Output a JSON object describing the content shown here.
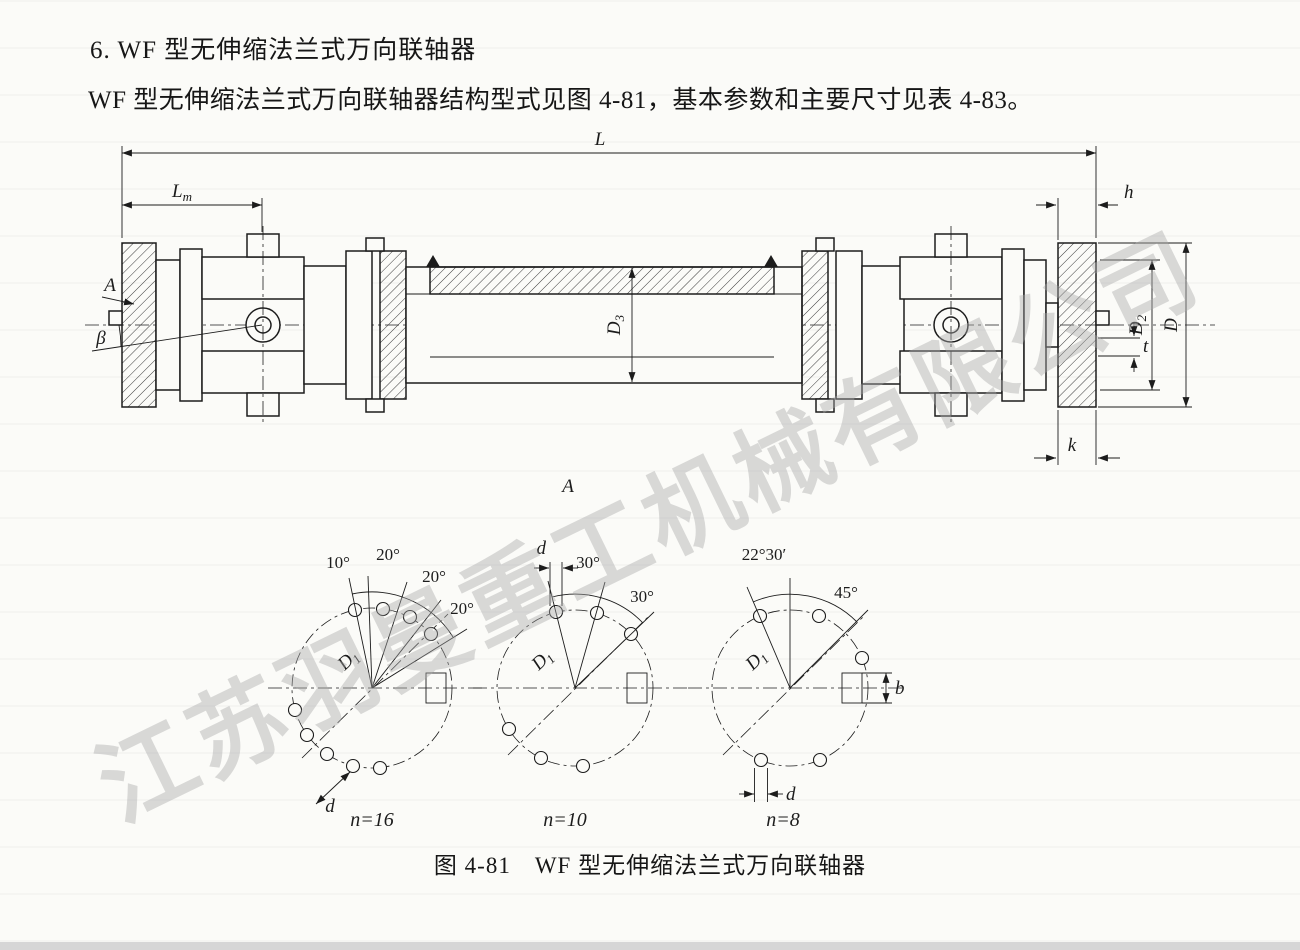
{
  "page": {
    "background": "#fbfbf8",
    "ink": "#1c1c1c"
  },
  "text": {
    "heading": "6. WF 型无伸缩法兰式万向联轴器",
    "body": "WF 型无伸缩法兰式万向联轴器结构型式见图 4-81，基本参数和主要尺寸见表 4-83。",
    "caption": "图 4-81　WF 型无伸缩法兰式万向联轴器"
  },
  "watermark": {
    "text": "江苏羽曼重工机械有限公司",
    "color": "#a9a9a9"
  },
  "figure": {
    "dims": {
      "L": "L",
      "Lm_base": "L",
      "Lm_sub": "m",
      "h": "h",
      "beta": "β",
      "A_section": "A",
      "A_view": "A",
      "D3_base": "D",
      "D3_sub": "3",
      "D2_base": "D",
      "D2_sub": "2",
      "D": "D",
      "t": "t",
      "k": "k"
    }
  },
  "views": [
    {
      "count": "n=16",
      "angles": [
        "10°",
        "20°",
        "20°",
        "20°"
      ],
      "D1_base": "D",
      "D1_sub": "1",
      "d": "d"
    },
    {
      "count": "n=10",
      "angles": [
        "30°",
        "30°"
      ],
      "D1_base": "D",
      "D1_sub": "1",
      "d": "d"
    },
    {
      "count": "n=8",
      "angles": [
        "22°30′",
        "45°"
      ],
      "D1_base": "D",
      "D1_sub": "1",
      "d": "d",
      "b": "b"
    }
  ]
}
